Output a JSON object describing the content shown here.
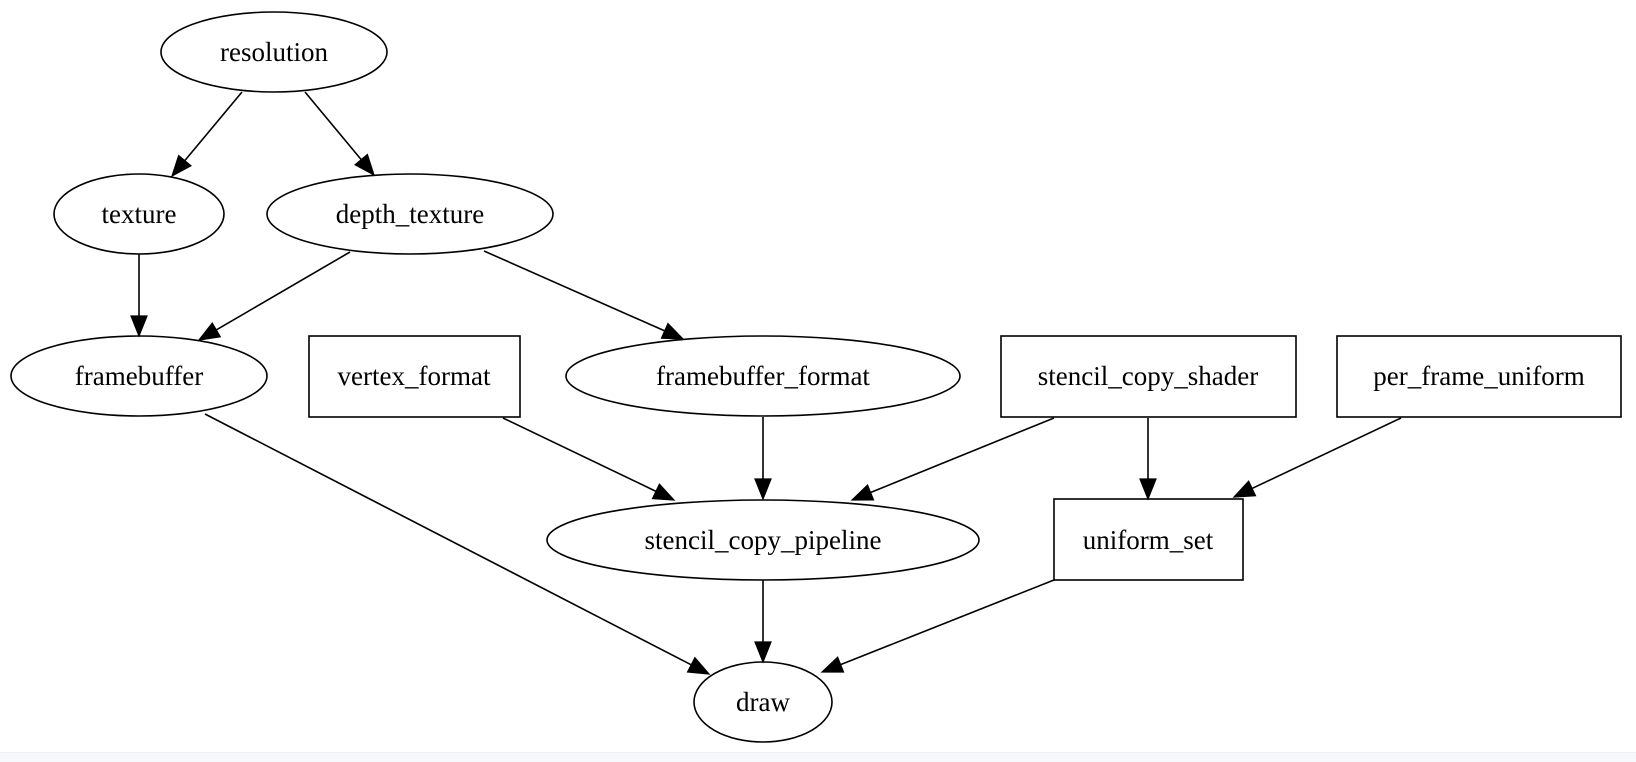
{
  "graph": {
    "nodes": {
      "resolution": "resolution",
      "texture": "texture",
      "depth_texture": "depth_texture",
      "framebuffer": "framebuffer",
      "vertex_format": "vertex_format",
      "framebuffer_format": "framebuffer_format",
      "stencil_copy_shader": "stencil_copy_shader",
      "per_frame_uniform": "per_frame_uniform",
      "stencil_copy_pipeline": "stencil_copy_pipeline",
      "uniform_set": "uniform_set",
      "draw": "draw"
    },
    "edges": [
      {
        "from": "resolution",
        "to": "texture"
      },
      {
        "from": "resolution",
        "to": "depth_texture"
      },
      {
        "from": "texture",
        "to": "framebuffer"
      },
      {
        "from": "depth_texture",
        "to": "framebuffer"
      },
      {
        "from": "depth_texture",
        "to": "framebuffer_format"
      },
      {
        "from": "framebuffer",
        "to": "draw"
      },
      {
        "from": "vertex_format",
        "to": "stencil_copy_pipeline"
      },
      {
        "from": "framebuffer_format",
        "to": "stencil_copy_pipeline"
      },
      {
        "from": "stencil_copy_shader",
        "to": "stencil_copy_pipeline"
      },
      {
        "from": "stencil_copy_shader",
        "to": "uniform_set"
      },
      {
        "from": "per_frame_uniform",
        "to": "uniform_set"
      },
      {
        "from": "stencil_copy_pipeline",
        "to": "draw"
      },
      {
        "from": "uniform_set",
        "to": "draw"
      }
    ]
  }
}
